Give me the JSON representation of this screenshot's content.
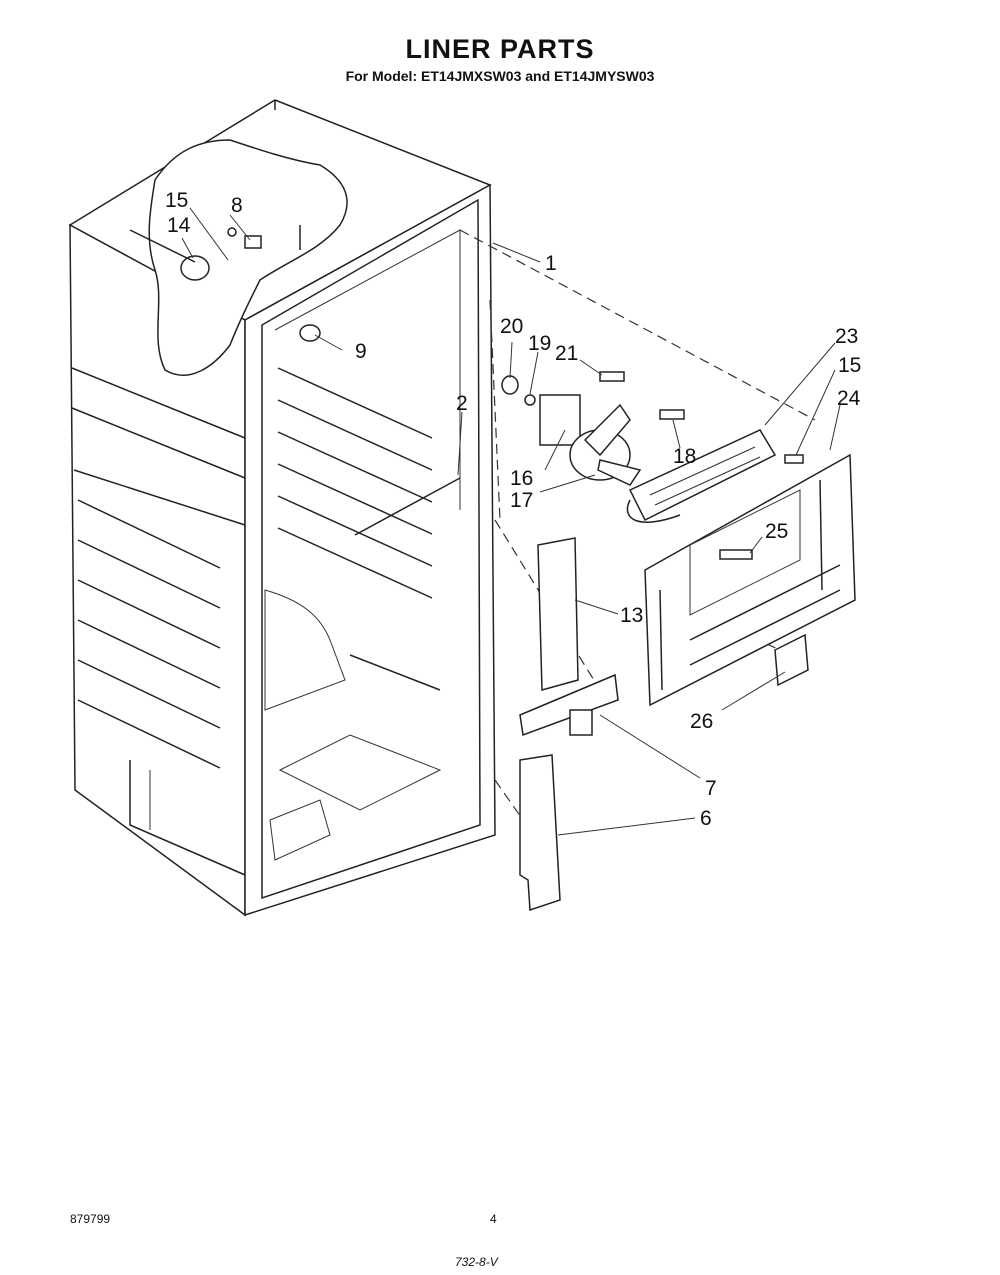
{
  "header": {
    "title": "LINER PARTS",
    "subtitle": "For Model: ET14JMXSW03 and ET14JMYSW03"
  },
  "callouts": [
    {
      "id": "c1",
      "label": "1"
    },
    {
      "id": "c2",
      "label": "2"
    },
    {
      "id": "c6",
      "label": "6"
    },
    {
      "id": "c7",
      "label": "7"
    },
    {
      "id": "c8",
      "label": "8"
    },
    {
      "id": "c9",
      "label": "9"
    },
    {
      "id": "c13",
      "label": "13"
    },
    {
      "id": "c14",
      "label": "14"
    },
    {
      "id": "c15a",
      "label": "15"
    },
    {
      "id": "c15b",
      "label": "15"
    },
    {
      "id": "c16",
      "label": "16"
    },
    {
      "id": "c17",
      "label": "17"
    },
    {
      "id": "c18",
      "label": "18"
    },
    {
      "id": "c19",
      "label": "19"
    },
    {
      "id": "c20",
      "label": "20"
    },
    {
      "id": "c21",
      "label": "21"
    },
    {
      "id": "c23",
      "label": "23"
    },
    {
      "id": "c24",
      "label": "24"
    },
    {
      "id": "c25",
      "label": "25"
    },
    {
      "id": "c26",
      "label": "26"
    }
  ],
  "footer": {
    "left_code": "879799",
    "page_number": "4",
    "bottom_code": "732-8-V"
  }
}
